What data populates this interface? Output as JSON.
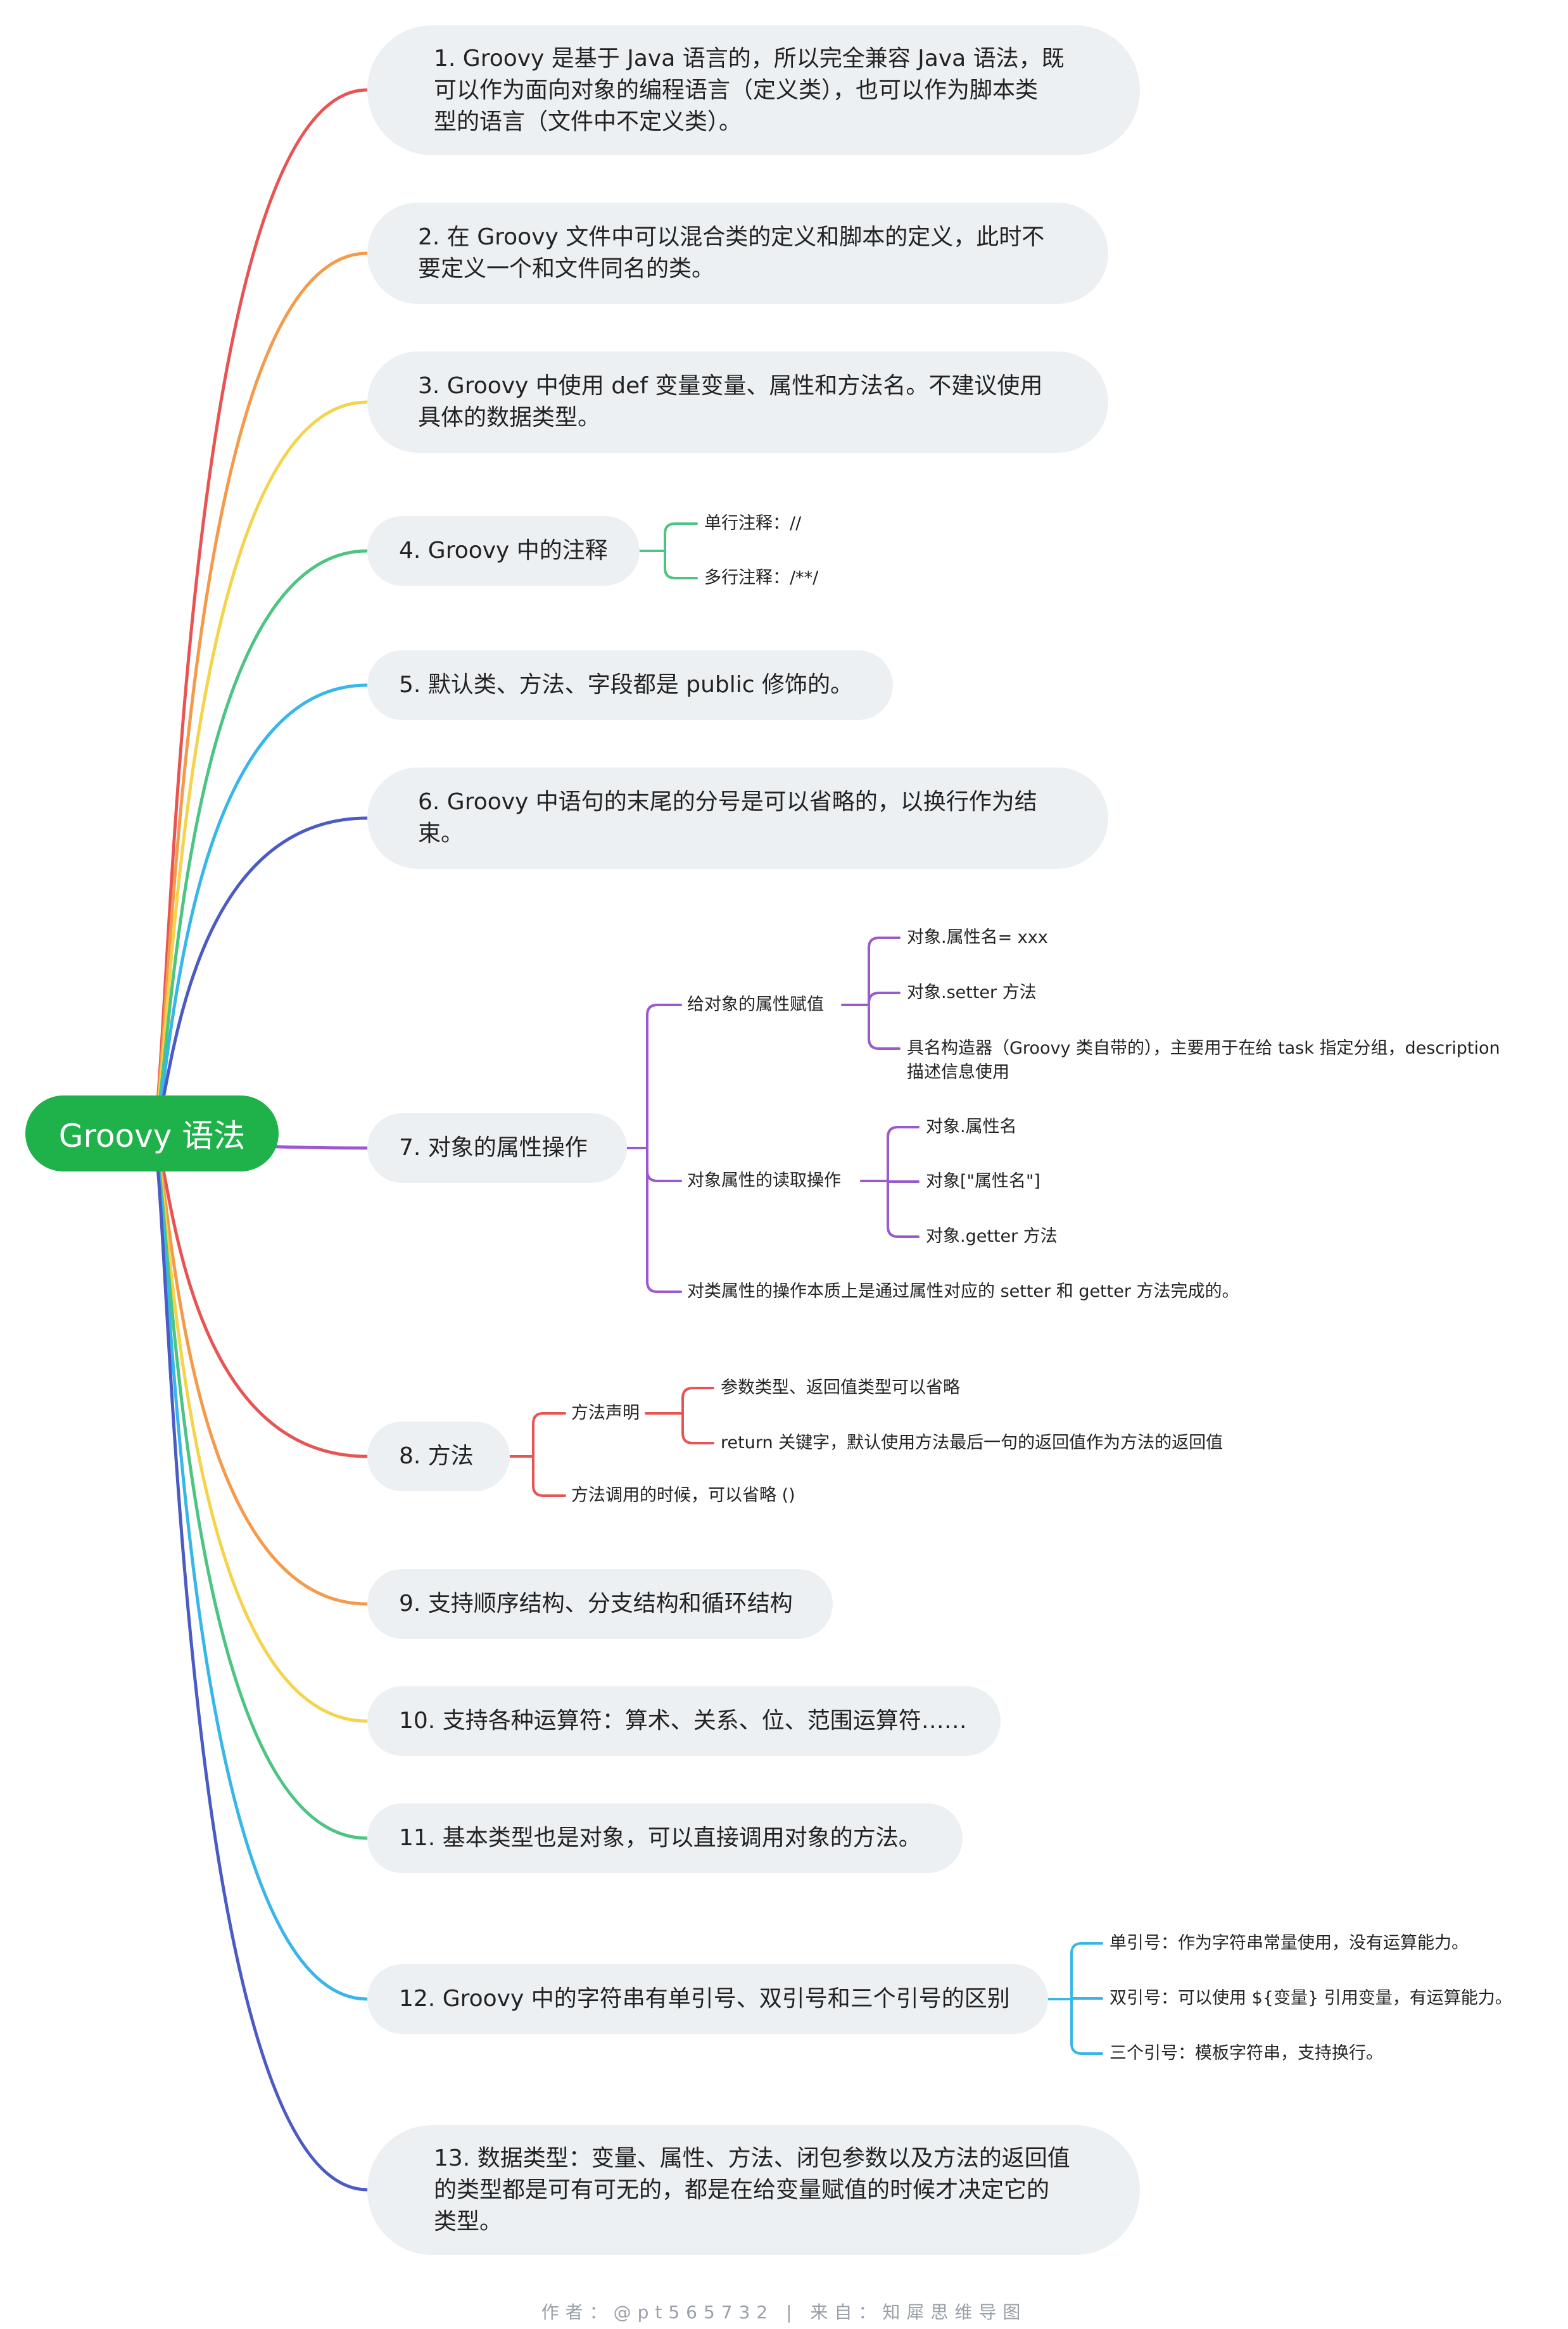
{
  "root": {
    "label": "Groovy 语法"
  },
  "branch_colors": [
    "#e85454",
    "#f59a4a",
    "#f5d34a",
    "#4cc482",
    "#38b6e8",
    "#4a5bc4",
    "#9b59d0",
    "#e85454",
    "#f59a4a",
    "#f5d34a",
    "#4cc482",
    "#38b6e8",
    "#4a5bc4"
  ],
  "topics": [
    {
      "label": "1. Groovy 是基于 Java 语言的，所以完全兼容 Java 语法，既\n可以作为面向对象的编程语言（定义类），也可以作为脚本类\n型的语言（文件中不定义类）。"
    },
    {
      "label": "2. 在 Groovy 文件中可以混合类的定义和脚本的定义，此时不\n要定义一个和文件同名的类。"
    },
    {
      "label": "3.  Groovy 中使用 def 变量变量、属性和方法名。不建议使用\n具体的数据类型。"
    },
    {
      "label": "4. Groovy 中的注释"
    },
    {
      "label": "5. 默认类、方法、字段都是 public 修饰的。"
    },
    {
      "label": "6. Groovy 中语句的末尾的分号是可以省略的，以换行作为结\n束。"
    },
    {
      "label": "7. 对象的属性操作"
    },
    {
      "label": "8. 方法"
    },
    {
      "label": "9. 支持顺序结构、分支结构和循环结构"
    },
    {
      "label": "10. 支持各种运算符：算术、关系、位、范围运算符……"
    },
    {
      "label": "11. 基本类型也是对象，可以直接调用对象的方法。"
    },
    {
      "label": "12. Groovy 中的字符串有单引号、双引号和三个引号的区别"
    },
    {
      "label": "13. 数据类型：变量、属性、方法、闭包参数以及方法的返回值\n的类型都是可有可无的，都是在给变量赋值的时候才决定它的\n类型。"
    }
  ],
  "subtopics": {
    "comments": [
      "单行注释：//",
      "多行注释：/**/"
    ],
    "property_ops": [
      "给对象的属性赋值",
      "对象属性的读取操作",
      "对类属性的操作本质上是通过属性对应的 setter 和 getter 方法完成的。"
    ],
    "property_assign": [
      "对象.属性名= xxx",
      "对象.setter 方法",
      "具名构造器（Groovy 类自带的），主要用于在给 task 指定分组，description\n描述信息使用"
    ],
    "property_read": [
      "对象.属性名",
      "对象[\"属性名\"]",
      "对象.getter 方法"
    ],
    "method": [
      "方法声明",
      "方法调用的时候，可以省略 ()"
    ],
    "method_decl": [
      "参数类型、返回值类型可以省略",
      "return 关键字，默认使用方法最后一句的返回值作为方法的返回值"
    ],
    "strings": [
      "单引号：作为字符串常量使用，没有运算能力。",
      "双引号：可以使用 ${变量} 引用变量，有运算能力。",
      "三个引号：模板字符串，支持换行。"
    ]
  },
  "footer": "作者：@pt565732 | 来自：知犀思维导图"
}
